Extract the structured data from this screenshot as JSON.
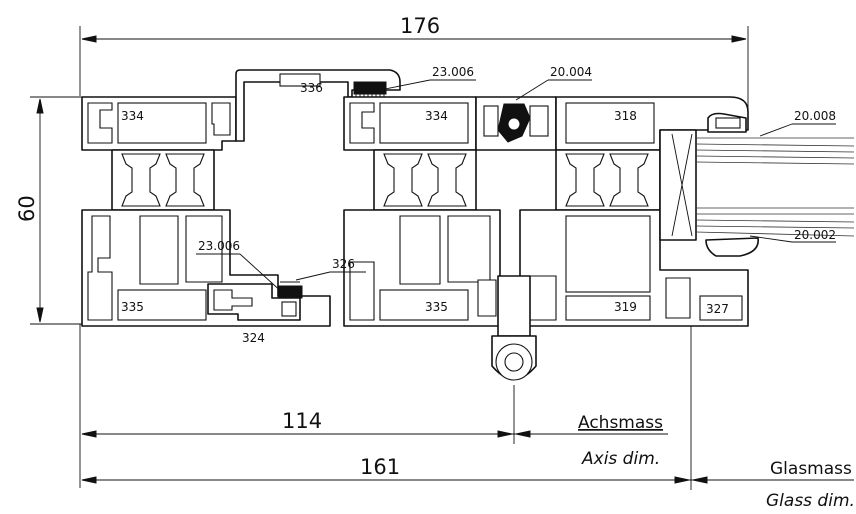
{
  "dimensions": {
    "overall_width": "176",
    "height": "60",
    "axis_distance": "114",
    "glass_distance": "161"
  },
  "labels": {
    "axis_de": "Achsmass",
    "axis_en": "Axis dim.",
    "glass_de": "Glasmass",
    "glass_en": "Glass dim."
  },
  "profiles": {
    "p334_left": "334",
    "p335_left": "335",
    "p336": "336",
    "p334_mid": "334",
    "p335_mid": "335",
    "p326": "326",
    "p324": "324",
    "p318": "318",
    "p319": "319",
    "p327": "327"
  },
  "references": {
    "brush_top": "23.006",
    "brush_bottom": "23.006",
    "corner_connector": "20.004",
    "glazing_gasket_outer": "20.008",
    "glazing_gasket_inner": "20.002"
  }
}
